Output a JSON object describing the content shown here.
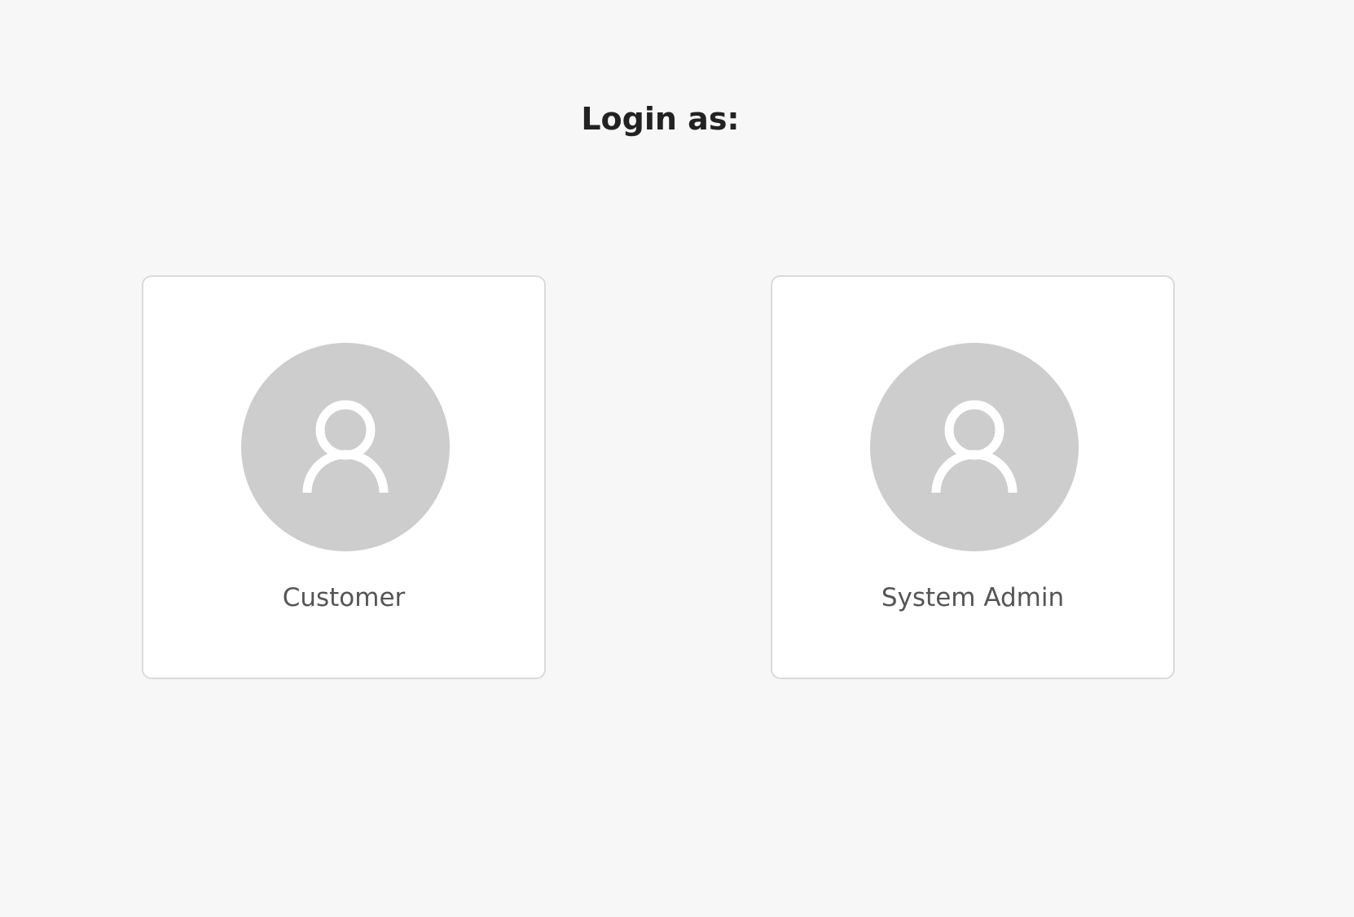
{
  "page": {
    "title": "Login as:"
  },
  "roles": [
    {
      "label": "Customer",
      "icon": "user-icon"
    },
    {
      "label": "System Admin",
      "icon": "user-icon"
    }
  ],
  "colors": {
    "background": "#f7f7f7",
    "card": "#ffffff",
    "card_border": "#dadada",
    "avatar": "#cdcdcd",
    "icon": "#ffffff",
    "title": "#222222",
    "label": "#555555"
  }
}
